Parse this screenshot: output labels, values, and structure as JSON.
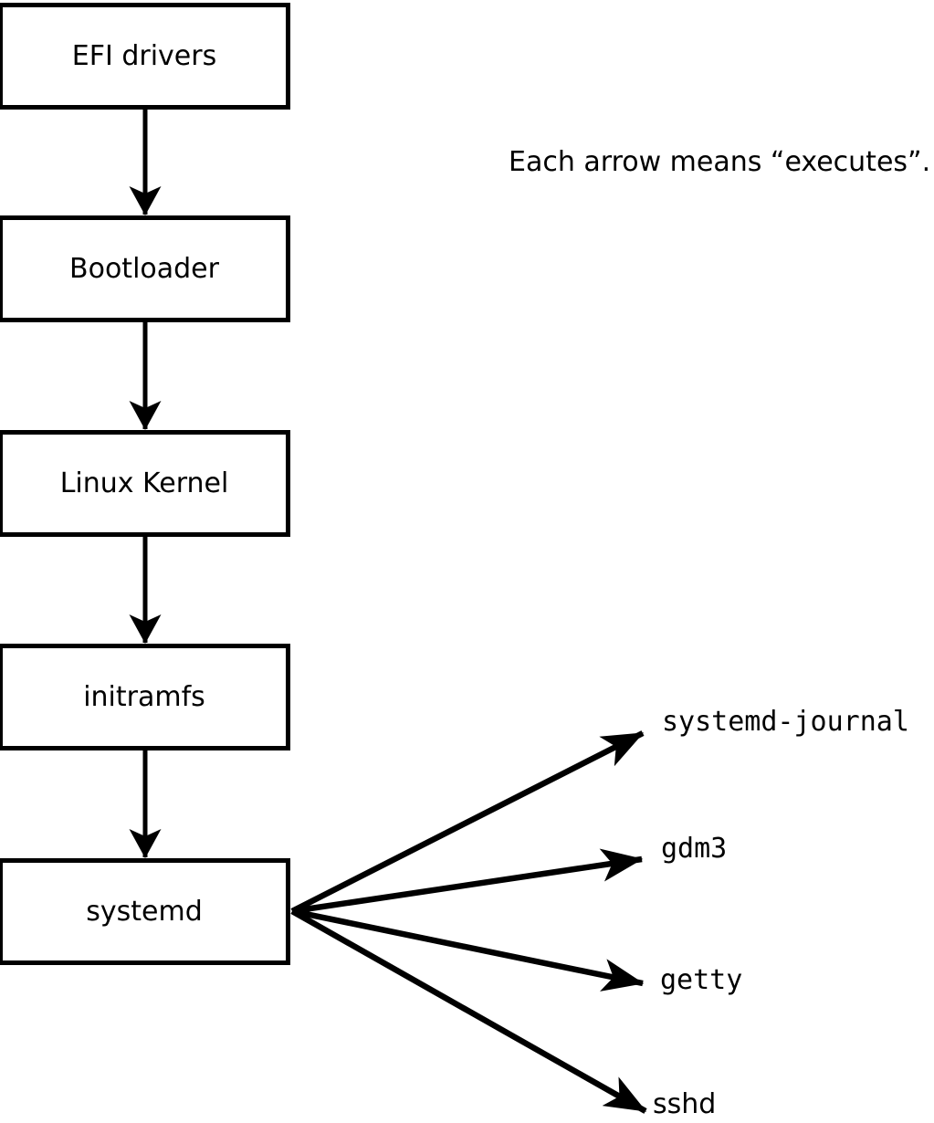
{
  "caption": "Each arrow means “executes”.",
  "colors": {
    "ink": "#000000",
    "background": "#ffffff"
  },
  "diagram": {
    "relation": "executes",
    "chain": [
      {
        "label": "EFI drivers"
      },
      {
        "label": "Bootloader"
      },
      {
        "label": "Linux Kernel"
      },
      {
        "label": "initramfs"
      },
      {
        "label": "systemd"
      }
    ],
    "leaves": [
      {
        "label": "systemd-journal"
      },
      {
        "label": "gdm3"
      },
      {
        "label": "getty"
      },
      {
        "label": "sshd"
      }
    ],
    "edges": [
      {
        "from": "EFI drivers",
        "to": "Bootloader"
      },
      {
        "from": "Bootloader",
        "to": "Linux Kernel"
      },
      {
        "from": "Linux Kernel",
        "to": "initramfs"
      },
      {
        "from": "initramfs",
        "to": "systemd"
      },
      {
        "from": "systemd",
        "to": "systemd-journal"
      },
      {
        "from": "systemd",
        "to": "gdm3"
      },
      {
        "from": "systemd",
        "to": "getty"
      },
      {
        "from": "systemd",
        "to": "sshd"
      }
    ]
  }
}
